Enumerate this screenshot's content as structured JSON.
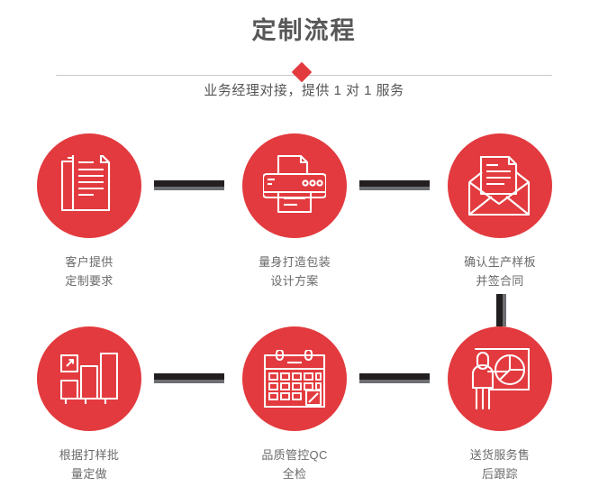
{
  "header": {
    "title": "定制流程",
    "subtitle": "业务经理对接，提供 1 对 1 服务",
    "diamond_color": "#e23a3e",
    "divider_color": "#c9c9c9",
    "title_color": "#585858"
  },
  "theme": {
    "accent": "#e23a3e",
    "connector_dark": "#231f20",
    "connector_shadow": "#6d6e71",
    "label_color": "#6a6a6a",
    "background": "#ffffff"
  },
  "flow": {
    "steps": [
      {
        "index": 1,
        "icon": "documents-stack-icon",
        "label": "客户提供\n定制要求"
      },
      {
        "index": 2,
        "icon": "printer-icon",
        "label": "量身打造包装\n设计方案"
      },
      {
        "index": 3,
        "icon": "envelope-document-icon",
        "label": "确认生产样板\n并签合同"
      },
      {
        "index": 4,
        "icon": "bar-chart-growth-icon",
        "label": "根据打样批\n量定做"
      },
      {
        "index": 5,
        "icon": "calendar-icon",
        "label": "品质管控QC\n全检"
      },
      {
        "index": 6,
        "icon": "presentation-person-icon",
        "label": "送货服务售\n后跟踪"
      }
    ],
    "connectors": [
      {
        "name": "connector-step1-step2",
        "orientation": "horizontal"
      },
      {
        "name": "connector-step2-step3",
        "orientation": "horizontal"
      },
      {
        "name": "connector-step3-step6",
        "orientation": "vertical"
      },
      {
        "name": "connector-step4-step5",
        "orientation": "horizontal"
      },
      {
        "name": "connector-step5-step6",
        "orientation": "horizontal"
      }
    ]
  }
}
